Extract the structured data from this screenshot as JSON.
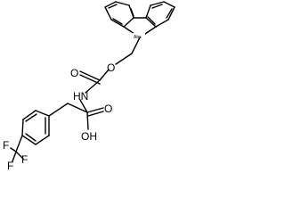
{
  "molecule": {
    "atoms": {
      "oxygen_ester": "O",
      "oxygen_carbonyl": "O",
      "nh": "HN",
      "oh": "OH",
      "oxygen_acid_carbonyl": "O",
      "f_top": "F",
      "f_left": "F",
      "f_bottom": "F"
    },
    "stereo_flag": "Abs"
  },
  "colors": {
    "bond": "#000000",
    "background": "#ffffff"
  }
}
